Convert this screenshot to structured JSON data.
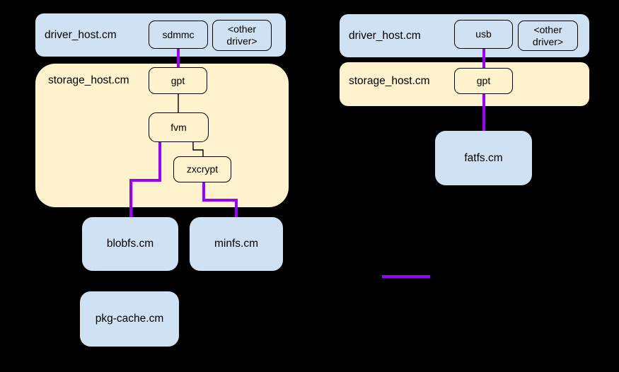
{
  "colors": {
    "background": "#000000",
    "driver_host_fill": "#cfe2f3",
    "storage_host_fill": "#fff2cc",
    "connector_purple": "#9900ff",
    "connector_black": "#000000",
    "text": "#000000"
  },
  "left": {
    "driver_host": {
      "label": "driver_host.cm",
      "drivers": [
        {
          "label": "sdmmc"
        },
        {
          "label": "<other driver>"
        }
      ]
    },
    "storage_host": {
      "label": "storage_host.cm",
      "components": [
        {
          "label": "gpt"
        },
        {
          "label": "fvm"
        },
        {
          "label": "zxcrypt"
        }
      ]
    },
    "filesystems": [
      {
        "label": "blobfs.cm"
      },
      {
        "label": "minfs.cm"
      }
    ],
    "clients": [
      {
        "label": "pkg-cache.cm"
      }
    ]
  },
  "right": {
    "driver_host": {
      "label": "driver_host.cm",
      "drivers": [
        {
          "label": "usb"
        },
        {
          "label": "<other driver>"
        }
      ]
    },
    "storage_host": {
      "label": "storage_host.cm",
      "components": [
        {
          "label": "gpt"
        }
      ]
    },
    "filesystems": [
      {
        "label": "fatfs.cm"
      }
    ]
  },
  "edges": [
    {
      "from": "sdmmc",
      "to": "gpt",
      "style": "purple"
    },
    {
      "from": "gpt",
      "to": "fvm",
      "style": "black"
    },
    {
      "from": "fvm",
      "to": "zxcrypt",
      "style": "black"
    },
    {
      "from": "fvm",
      "to": "blobfs.cm",
      "style": "purple"
    },
    {
      "from": "zxcrypt",
      "to": "minfs.cm",
      "style": "purple"
    },
    {
      "from": "usb",
      "to": "gpt",
      "style": "purple"
    },
    {
      "from": "gpt",
      "to": "fatfs.cm",
      "style": "purple"
    }
  ],
  "legend": {
    "line_color": "#9900ff"
  }
}
